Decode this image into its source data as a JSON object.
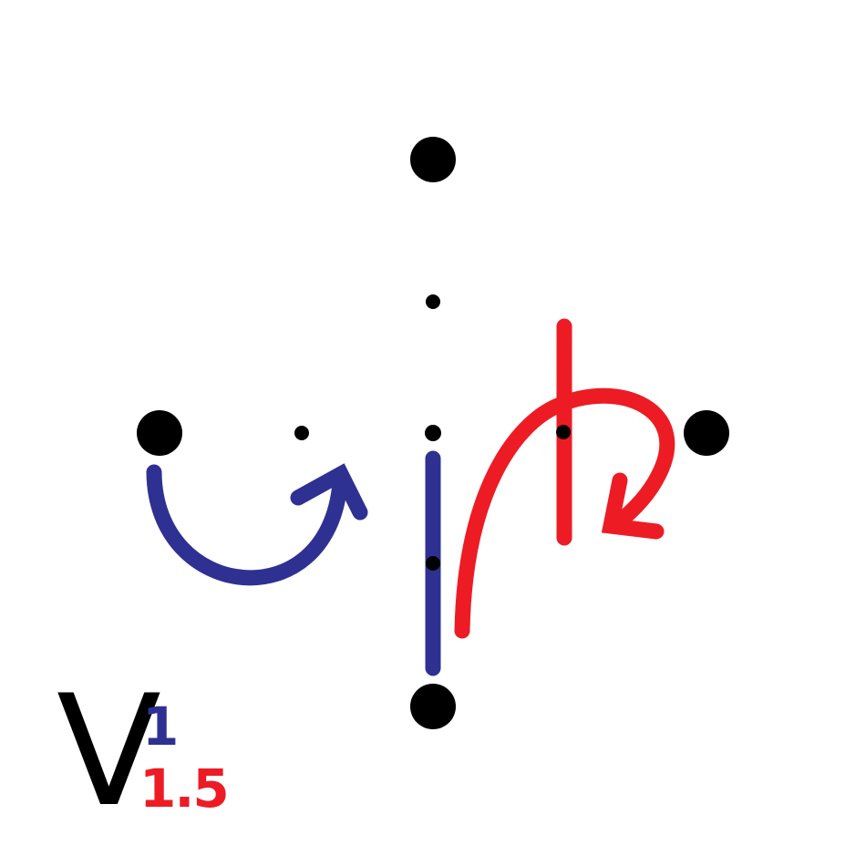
{
  "colors": {
    "background": "#ffffff",
    "points": "#000000",
    "blue": "#2e3192",
    "red": "#ed1c24"
  },
  "operator": {
    "symbol": "V",
    "superscript": "1",
    "subscript": "1.5"
  },
  "icons": {
    "blue_arrow": "curved-arrow-counterclockwise",
    "red_arrow": "curved-arrow-clockwise"
  }
}
